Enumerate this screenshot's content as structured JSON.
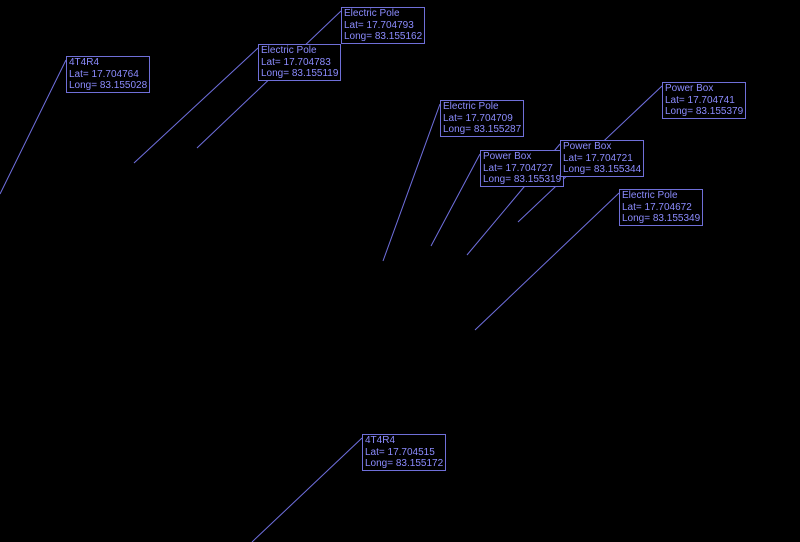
{
  "markers": [
    {
      "title": "4T4R4",
      "lat": "Lat= 17.704764",
      "long": "Long= 83.155028"
    },
    {
      "title": "Electric Pole",
      "lat": "Lat= 17.704783",
      "long": "Long= 83.155119"
    },
    {
      "title": "Electric Pole",
      "lat": "Lat= 17.704793",
      "long": "Long= 83.155162"
    },
    {
      "title": "Electric Pole",
      "lat": "Lat= 17.704709",
      "long": "Long= 83.155287"
    },
    {
      "title": "Power Box",
      "lat": "Lat= 17.704727",
      "long": "Long= 83.155319"
    },
    {
      "title": "Power Box",
      "lat": "Lat= 17.704721",
      "long": "Long= 83.155344"
    },
    {
      "title": "Power Box",
      "lat": "Lat= 17.704741",
      "long": "Long= 83.155379"
    },
    {
      "title": "Electric Pole",
      "lat": "Lat= 17.704672",
      "long": "Long= 83.155349"
    },
    {
      "title": "4T4R4",
      "lat": "Lat= 17.704515",
      "long": "Long= 83.155172"
    }
  ],
  "colors": {
    "line": "#7070e0",
    "text": "#8c8cff",
    "background": "#000000"
  }
}
